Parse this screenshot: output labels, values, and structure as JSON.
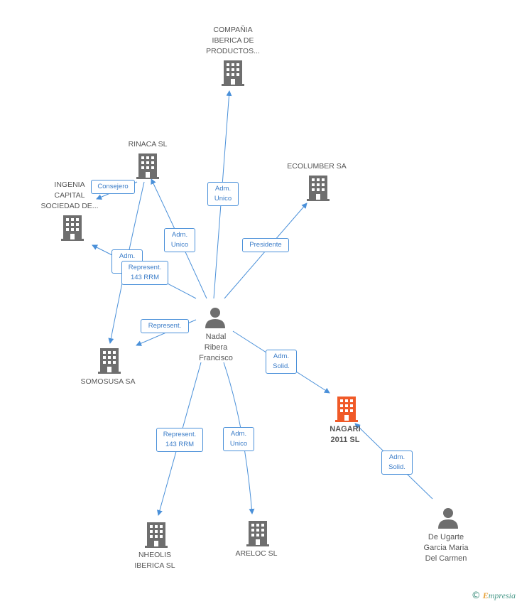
{
  "nodes": {
    "center": {
      "label": "Nadal\nRibera\nFrancisco",
      "icon": "person-icon"
    },
    "compania": {
      "label": "COMPAÑIA\nIBERICA DE\nPRODUCTOS...",
      "icon": "building-icon"
    },
    "rinaca": {
      "label": "RINACA SL",
      "icon": "building-icon"
    },
    "ingenia": {
      "label": "INGENIA\nCAPITAL\nSOCIEDAD DE...",
      "icon": "building-icon"
    },
    "ecolumber": {
      "label": "ECOLUMBER SA",
      "icon": "building-icon"
    },
    "somosusa": {
      "label": "SOMOSUSA SA",
      "icon": "building-icon"
    },
    "nagari": {
      "label": "NAGARI\n2011 SL",
      "icon": "building-icon",
      "color": "#f05a28"
    },
    "nheolis": {
      "label": "NHEOLIS\nIBERICA SL",
      "icon": "building-icon"
    },
    "areloc": {
      "label": "ARELOC SL",
      "icon": "building-icon"
    },
    "deugarte": {
      "label": "De Ugarte\nGarcia Maria\nDel Carmen",
      "icon": "person-icon"
    }
  },
  "edges": {
    "compania": "Adm.\nUnico",
    "rinaca": "Adm.\nUnico",
    "ingenia_consejero": "Consejero",
    "ingenia_adm": "Adm.\nU",
    "somosusa_represent_rrm": "Represent.\n143 RRM",
    "ecolumber": "Presidente",
    "somosusa_represent": "Represent.",
    "nagari": "Adm.\nSolid.",
    "nheolis": "Represent.\n143 RRM",
    "areloc": "Adm.\nUnico",
    "deugarte_nagari": "Adm.\nSolid."
  },
  "colors": {
    "edge": "#4a90d9",
    "building": "#6e6e6e",
    "highlight": "#f05a28",
    "person": "#6e6e6e"
  },
  "footer": {
    "copyright": "©",
    "brand_first": "E",
    "brand_rest": "mpresia"
  }
}
